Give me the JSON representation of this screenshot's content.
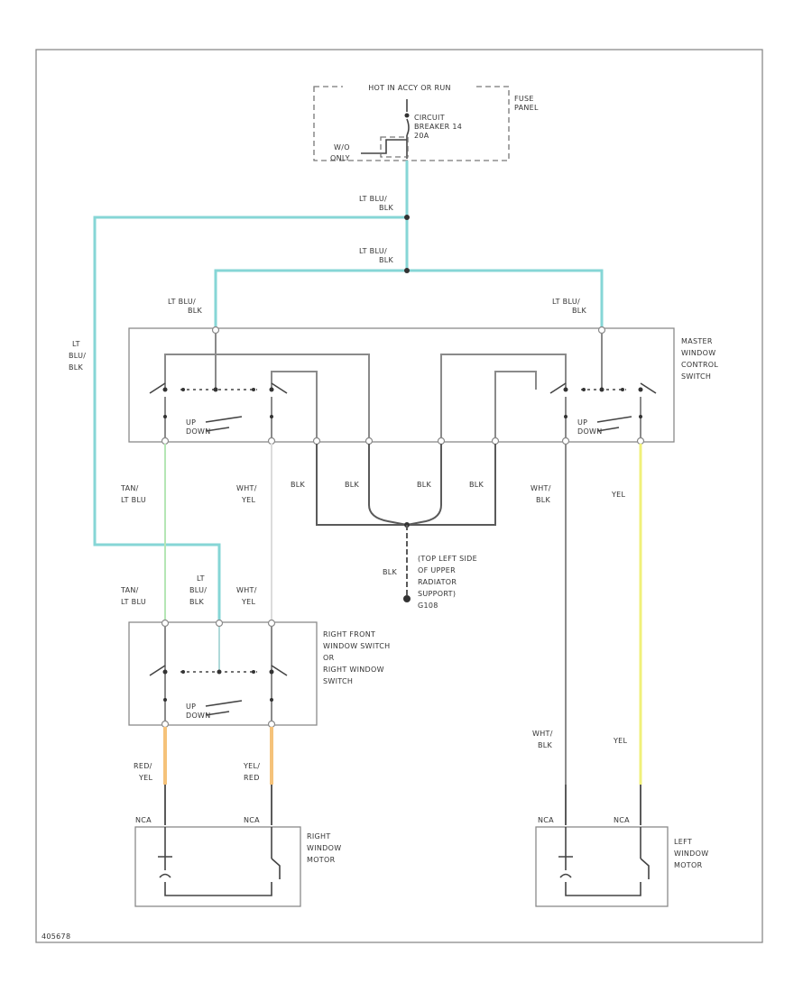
{
  "fuse_panel": {
    "header": "HOT IN ACCY OR RUN",
    "label_lines": [
      "FUSE",
      "PANEL"
    ],
    "breaker_lines": [
      "CIRCUIT",
      "BREAKER 14",
      "20A"
    ],
    "note_lines": [
      "W/O",
      "ONLY"
    ]
  },
  "master_switch": {
    "label_lines": [
      "MASTER",
      "WINDOW",
      "CONTROL",
      "SWITCH"
    ],
    "up_text": "UP",
    "down_text": "DOWN"
  },
  "right_switch": {
    "label_lines": [
      "RIGHT FRONT",
      "WINDOW SWITCH",
      "OR",
      "RIGHT WINDOW",
      "SWITCH"
    ],
    "up_text": "UP",
    "down_text": "DOWN"
  },
  "right_motor": {
    "label_lines": [
      "RIGHT",
      "WINDOW",
      "MOTOR"
    ]
  },
  "left_motor": {
    "label_lines": [
      "LEFT",
      "WINDOW",
      "MOTOR"
    ]
  },
  "ground": {
    "label_lines": [
      "(TOP LEFT SIDE",
      "OF UPPER",
      "RADIATOR",
      "SUPPORT)",
      "G108"
    ]
  },
  "wires": {
    "ltblu_blk_1": [
      "LT BLU/",
      "BLK"
    ],
    "ltblu_blk_2": [
      "LT BLU/",
      "BLK"
    ],
    "ltblu_blk_left": [
      "LT BLU/",
      "BLK"
    ],
    "ltblu_blk_right": [
      "LT BLU/",
      "BLK"
    ],
    "ltblu_blk_vertical": [
      "LT",
      "BLU/",
      "BLK"
    ],
    "tan_ltblu_upper": [
      "TAN/",
      "LT BLU"
    ],
    "wht_yel_upper": [
      "WHT/",
      "YEL"
    ],
    "blk_1": "BLK",
    "blk_2": "BLK",
    "blk_3": "BLK",
    "blk_4": "BLK",
    "blk_ground": "BLK",
    "wht_blk_upper": [
      "WHT/",
      "BLK"
    ],
    "yel_upper": "YEL",
    "tan_ltblu_lower": [
      "TAN/",
      "LT BLU"
    ],
    "ltblu_blk_lower": [
      "LT",
      "BLU/",
      "BLK"
    ],
    "wht_yel_lower": [
      "WHT/",
      "YEL"
    ],
    "red_yel": [
      "RED/",
      "YEL"
    ],
    "yel_red": [
      "YEL/",
      "RED"
    ],
    "wht_blk_lower": [
      "WHT/",
      "BLK"
    ],
    "yel_lower": "YEL",
    "nca_1": "NCA",
    "nca_2": "NCA",
    "nca_3": "NCA",
    "nca_4": "NCA"
  },
  "footer_code": "405678",
  "colors": {
    "lt_blu": "#86d6d6",
    "yellow": "#f0f07a",
    "orange": "#f5c27a",
    "green": "#b5e6b5"
  }
}
